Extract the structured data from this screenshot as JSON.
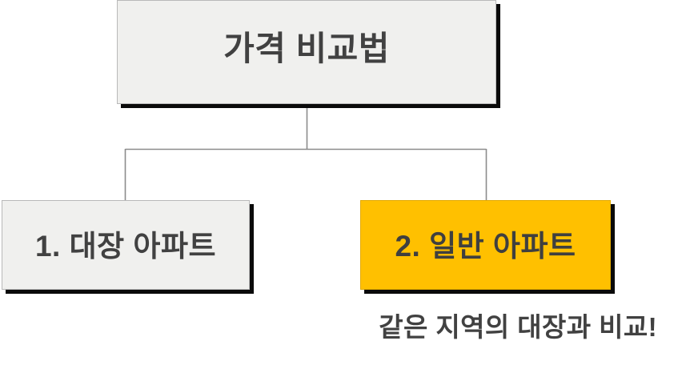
{
  "diagram": {
    "type": "org-chart",
    "title_node": {
      "id": "root",
      "label": "가격 비교법",
      "fill_color": "#F0F0EE",
      "text_color": "#414141"
    },
    "children": [
      {
        "id": "flagship",
        "label": "1. 대장 아파트",
        "fill_color": "#F0F0EE",
        "text_color": "#414141",
        "highlighted": false
      },
      {
        "id": "general",
        "label": "2. 일반 아파트",
        "fill_color": "#FFC000",
        "text_color": "#3F3F3F",
        "highlighted": true
      }
    ],
    "caption": {
      "text": "같은 지역의 대장과 비교!",
      "text_color": "#414141"
    },
    "connector": {
      "line_color": "#8C8C8C",
      "shadow_color": "#0A0A0A"
    },
    "background_color": "#FFFFFF"
  }
}
